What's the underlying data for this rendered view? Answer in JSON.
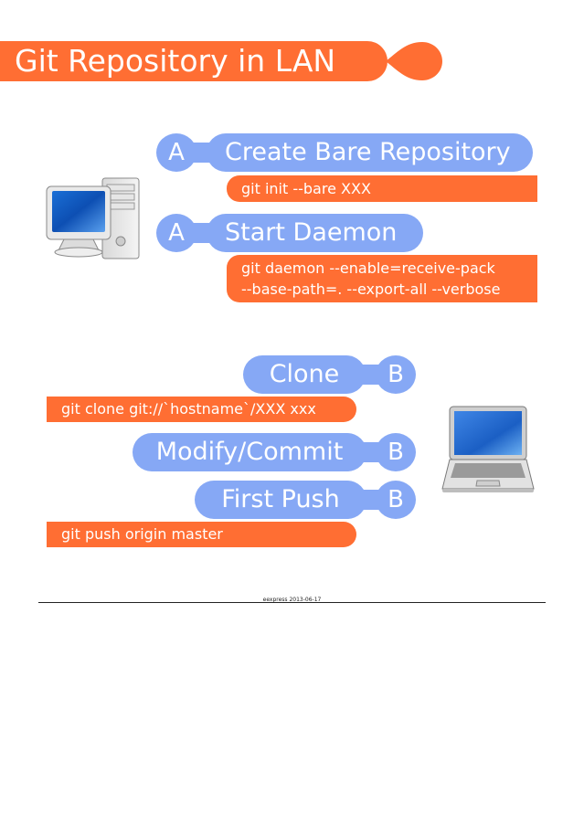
{
  "title": "Git Repository in LAN",
  "steps_a": [
    {
      "tag": "A",
      "label": "Create Bare Repository",
      "command": [
        "git init --bare XXX"
      ]
    },
    {
      "tag": "A",
      "label": "Start Daemon",
      "command": [
        "git daemon --enable=receive-pack",
        "--base-path=. --export-all --verbose"
      ]
    }
  ],
  "steps_b": [
    {
      "tag": "B",
      "label": "Clone",
      "command": [
        "git clone git://`hostname`/XXX xxx"
      ]
    },
    {
      "tag": "B",
      "label": "Modify/Commit",
      "command": []
    },
    {
      "tag": "B",
      "label": "First Push",
      "command": [
        "git push origin master"
      ]
    }
  ],
  "footer": "eexpress 2013-06-17",
  "colors": {
    "orange": "#ff6e33",
    "blue": "#86a8f5"
  },
  "icons": [
    "desktop-computer-icon",
    "laptop-icon"
  ]
}
